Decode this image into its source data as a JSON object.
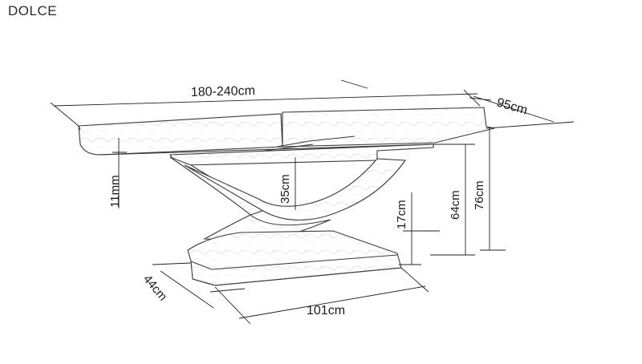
{
  "title": "DOLCE",
  "dimensions": {
    "length": "180-240cm",
    "width": "95cm",
    "top_thickness": "11mm",
    "leg_opening": "35cm",
    "base_height": "17cm",
    "frame_height": "64cm",
    "total_height": "76cm",
    "base_depth": "44cm",
    "base_length": "101cm"
  },
  "colors": {
    "line": "#3a3a3a",
    "dimension_line": "#222222",
    "text": "#1a1a1a"
  }
}
